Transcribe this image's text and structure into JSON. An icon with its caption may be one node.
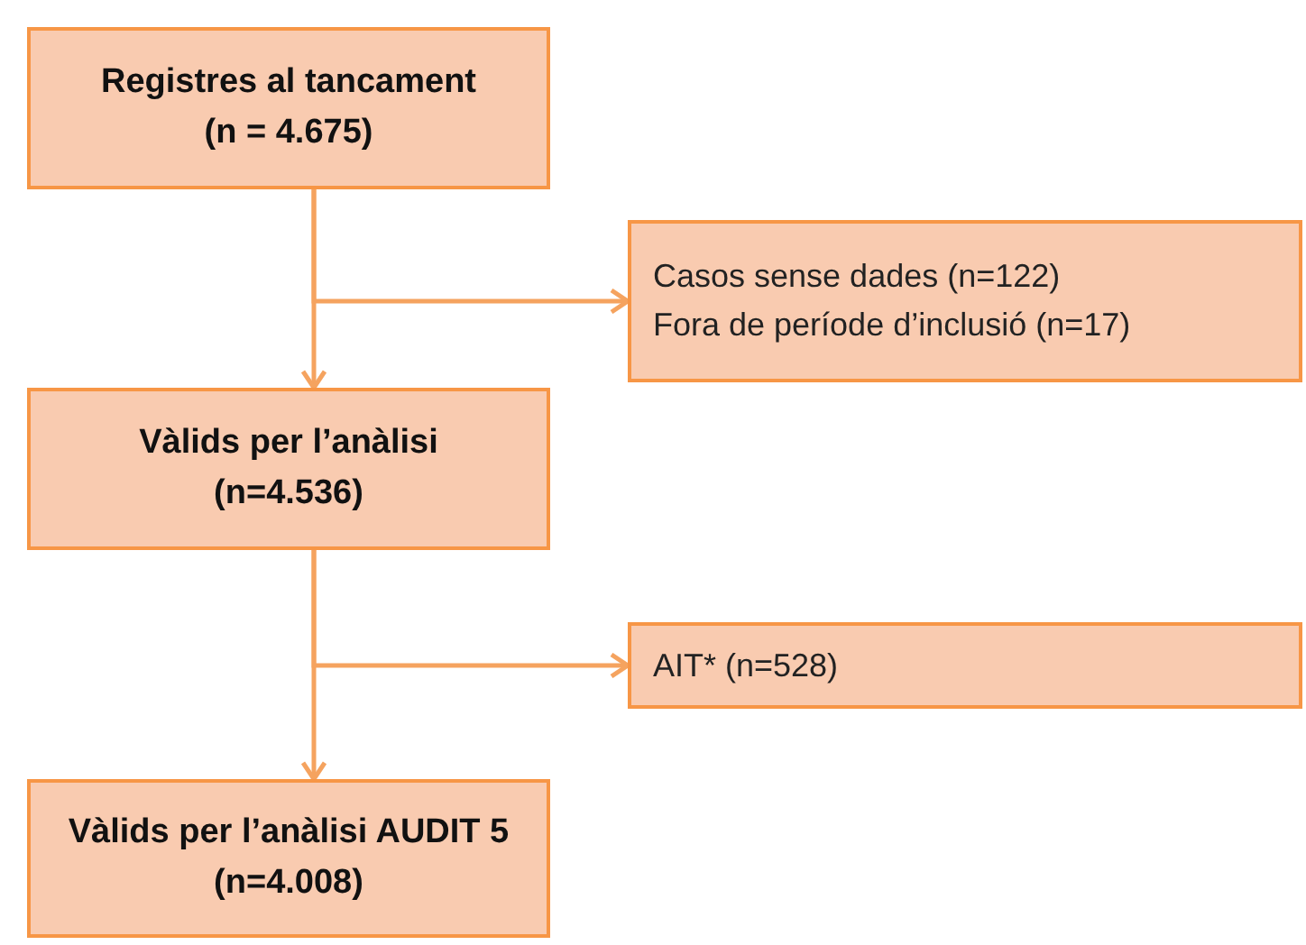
{
  "diagram": {
    "nodes": [
      {
        "text": [
          "Registres al tancament",
          "(n = 4.675)"
        ]
      },
      {
        "text": [
          "Casos sense dades (n=122)",
          "Fora de període d’inclusió (n=17)"
        ]
      },
      {
        "text": [
          "Vàlids per l’anàlisi",
          "(n=4.536)"
        ]
      },
      {
        "text": [
          "AIT* (n=528)"
        ]
      },
      {
        "text": [
          "Vàlids per l’anàlisi AUDIT 5",
          "(n=4.008)"
        ]
      }
    ],
    "edges": [
      {
        "from": 0,
        "to": 2,
        "arrow": "to"
      },
      {
        "from": 0,
        "to": 1,
        "arrow": "to"
      },
      {
        "from": 2,
        "to": 4,
        "arrow": "to"
      },
      {
        "from": 2,
        "to": 3,
        "arrow": "to"
      }
    ]
  }
}
